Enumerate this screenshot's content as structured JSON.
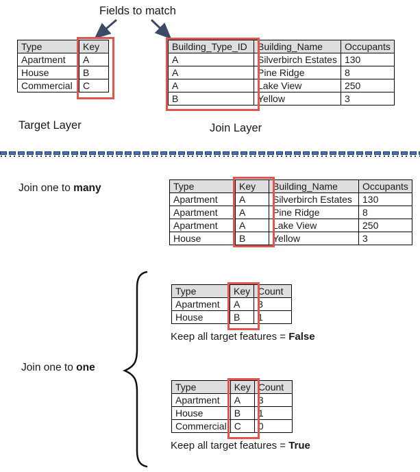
{
  "colors": {
    "highlight_red": "#E4544C",
    "table_header_gray": "#DEDEDE",
    "arrow_navy": "#3B4A66",
    "divider_dark_blue": "#203864",
    "divider_blue": "#4472C4",
    "text": "#1a1a1a"
  },
  "annotation": {
    "fields_to_match": "Fields to match"
  },
  "target": {
    "label": "Target Layer",
    "table": {
      "headers": [
        "Type",
        "Key"
      ],
      "rows": [
        [
          "Apartment",
          "A"
        ],
        [
          "House",
          "B"
        ],
        [
          "Commercial",
          "C"
        ]
      ]
    }
  },
  "join": {
    "label": "Join Layer",
    "table": {
      "headers": [
        "Building_Type_ID",
        "Building_Name",
        "Occupants"
      ],
      "rows": [
        [
          "A",
          "Silverbirch Estates",
          "130"
        ],
        [
          "A",
          "Pine Ridge",
          "8"
        ],
        [
          "A",
          "Lake View",
          "250"
        ],
        [
          "B",
          "Yellow",
          "3"
        ]
      ]
    }
  },
  "one_to_many": {
    "label_text": "Join one to ",
    "label_bold": "many",
    "table": {
      "headers": [
        "Type",
        "Key",
        "Building_Name",
        "Occupants"
      ],
      "rows": [
        [
          "Apartment",
          "A",
          "Silverbirch Estates",
          "130"
        ],
        [
          "Apartment",
          "A",
          "Pine Ridge",
          "8"
        ],
        [
          "Apartment",
          "A",
          "Lake View",
          "250"
        ],
        [
          "House",
          "B",
          "Yellow",
          "3"
        ]
      ]
    }
  },
  "one_to_one": {
    "label_text": "Join one to ",
    "label_bold": "one",
    "keep_false": {
      "table": {
        "headers": [
          "Type",
          "Key",
          "Count"
        ],
        "rows": [
          [
            "Apartment",
            "A",
            "3"
          ],
          [
            "House",
            "B",
            "1"
          ]
        ]
      },
      "caption_text": "Keep all target features = ",
      "caption_bold": "False"
    },
    "keep_true": {
      "table": {
        "headers": [
          "Type",
          "Key",
          "Count"
        ],
        "rows": [
          [
            "Apartment",
            "A",
            "3"
          ],
          [
            "House",
            "B",
            "1"
          ],
          [
            "Commercial",
            "C",
            "0"
          ]
        ]
      },
      "caption_text": "Keep all target features = ",
      "caption_bold": "True"
    }
  }
}
